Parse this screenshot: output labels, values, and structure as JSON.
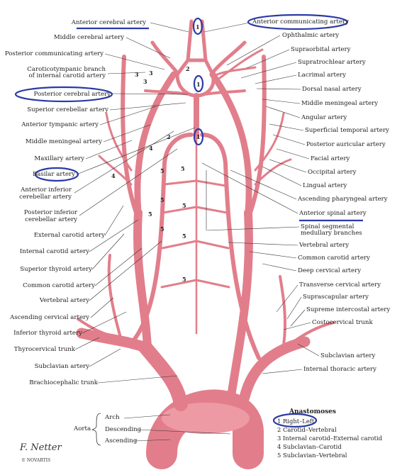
{
  "left_labels": [
    {
      "id": "anterior-cerebral-artery",
      "text": "Anterior cerebral artery"
    },
    {
      "id": "middle-cerebral-artery",
      "text": "Middle cerebral artery"
    },
    {
      "id": "posterior-communicating-artery",
      "text": "Posterior communicating artery"
    },
    {
      "id": "caroticotympanic-1",
      "text": "Caroticotympanic branch"
    },
    {
      "id": "caroticotympanic-2",
      "text": "of internal carotid artery"
    },
    {
      "id": "posterior-cerebral-artery",
      "text": "Posterior cerebral artery"
    },
    {
      "id": "superior-cerebellar-artery",
      "text": "Superior cerebellar artery"
    },
    {
      "id": "anterior-tympanic-artery",
      "text": "Anterior tympanic artery"
    },
    {
      "id": "middle-meningeal-artery-left",
      "text": "Middle meningeal artery"
    },
    {
      "id": "maxillary-artery",
      "text": "Maxillary artery"
    },
    {
      "id": "basilar-artery",
      "text": "Basilar artery"
    },
    {
      "id": "anterior-inferior-cerebellar-1",
      "text": "Anterior inferior"
    },
    {
      "id": "anterior-inferior-cerebellar-2",
      "text": "cerebellar artery"
    },
    {
      "id": "posterior-inferior-cerebellar-1",
      "text": "Posterior inferior"
    },
    {
      "id": "posterior-inferior-cerebellar-2",
      "text": "cerebellar artery"
    },
    {
      "id": "external-carotid-artery",
      "text": "External carotid artery"
    },
    {
      "id": "internal-carotid-artery",
      "text": "Internal carotid artery"
    },
    {
      "id": "superior-thyroid-artery",
      "text": "Superior thyroid artery"
    },
    {
      "id": "common-carotid-artery-left",
      "text": "Common carotid artery"
    },
    {
      "id": "vertebral-artery-left",
      "text": "Vertebral artery"
    },
    {
      "id": "ascending-cervical-artery",
      "text": "Ascending cervical artery"
    },
    {
      "id": "inferior-thyroid-artery",
      "text": "Inferior thyroid artery"
    },
    {
      "id": "thyrocervical-trunk",
      "text": "Thyrocervical trunk"
    },
    {
      "id": "subclavian-artery-left",
      "text": "Subclavian artery"
    },
    {
      "id": "brachiocephalic-trunk",
      "text": "Brachiocephalic trunk"
    }
  ],
  "right_labels": [
    {
      "id": "anterior-communicating-artery",
      "text": "Anterior communicating artery"
    },
    {
      "id": "ophthalmic-artery",
      "text": "Ophthalmic artery"
    },
    {
      "id": "supraorbital-artery",
      "text": "Supraorbital artery"
    },
    {
      "id": "supratrochlear-artery",
      "text": "Supratrochlear artery"
    },
    {
      "id": "lacrimal-artery",
      "text": "Lacrimal artery"
    },
    {
      "id": "dorsal-nasal-artery",
      "text": "Dorsal nasal artery"
    },
    {
      "id": "middle-meningeal-artery-right",
      "text": "Middle meningeal artery"
    },
    {
      "id": "angular-artery",
      "text": "Angular artery"
    },
    {
      "id": "superficial-temporal-artery",
      "text": "Superficial temporal artery"
    },
    {
      "id": "posterior-auricular-artery",
      "text": "Posterior auricular artery"
    },
    {
      "id": "facial-artery",
      "text": "Facial artery"
    },
    {
      "id": "occipital-artery",
      "text": "Occipital artery"
    },
    {
      "id": "lingual-artery",
      "text": "Lingual artery"
    },
    {
      "id": "ascending-pharyngeal-artery",
      "text": "Ascending pharyngeal artery"
    },
    {
      "id": "anterior-spinal-artery",
      "text": "Anterior spinal artery"
    },
    {
      "id": "spinal-segmental-1",
      "text": "Spinal segmental"
    },
    {
      "id": "spinal-segmental-2",
      "text": "medullary branches"
    },
    {
      "id": "vertebral-artery-right",
      "text": "Vertebral artery"
    },
    {
      "id": "common-carotid-artery-right",
      "text": "Common carotid artery"
    },
    {
      "id": "deep-cervical-artery",
      "text": "Deep cervical artery"
    },
    {
      "id": "transverse-cervical-artery",
      "text": "Transverse cervical artery"
    },
    {
      "id": "suprascapular-artery",
      "text": "Suprascapular artery"
    },
    {
      "id": "supreme-intercostal-artery",
      "text": "Supreme intercostal artery"
    },
    {
      "id": "costocervical-trunk",
      "text": "Costocervical trunk"
    },
    {
      "id": "subclavian-artery-right",
      "text": "Subclavian artery"
    },
    {
      "id": "internal-thoracic-artery",
      "text": "Internal thoracic artery"
    }
  ],
  "aorta": {
    "group_label": "Aorta",
    "arch": "Arch",
    "descending": "Descending",
    "ascending": "Ascending"
  },
  "anastomoses": {
    "title": "Anastomoses",
    "items": [
      "1  Right–Left",
      "2  Carotid–Vertebral",
      "3  Internal carotid–External carotid",
      "4  Subclavian–Carotid",
      "5  Subclavian–Vertebral"
    ]
  },
  "diagram_numbers": [
    "1",
    "1",
    "1",
    "2",
    "2",
    "3",
    "3",
    "3",
    "4",
    "4",
    "5",
    "5",
    "5",
    "5",
    "5",
    "5",
    "5",
    "5"
  ],
  "signature": "F. Netter",
  "signature_small": "© NOVARTIS",
  "colors": {
    "artery": "#e8838f",
    "artery_dark": "#c65664",
    "highlight_oval": "#2b3aa6",
    "underline": "#2b3aa6"
  }
}
